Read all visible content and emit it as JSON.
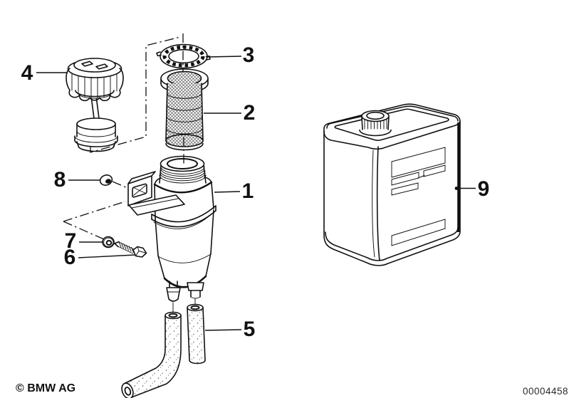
{
  "page": {
    "background": "#ffffff",
    "line_color": "#111111"
  },
  "parts": [
    {
      "label": "1",
      "name": "oil-reservoir"
    },
    {
      "label": "2",
      "name": "filter-insert"
    },
    {
      "label": "3",
      "name": "sealing-ring"
    },
    {
      "label": "4",
      "name": "reservoir-cap-with-float"
    },
    {
      "label": "5",
      "name": "hoses"
    },
    {
      "label": "6",
      "name": "screw"
    },
    {
      "label": "7",
      "name": "washer"
    },
    {
      "label": "8",
      "name": "nut"
    },
    {
      "label": "9",
      "name": "hydraulic-fluid-can"
    }
  ],
  "footer": {
    "copyright": "© BMW AG",
    "document_number": "00004458"
  }
}
